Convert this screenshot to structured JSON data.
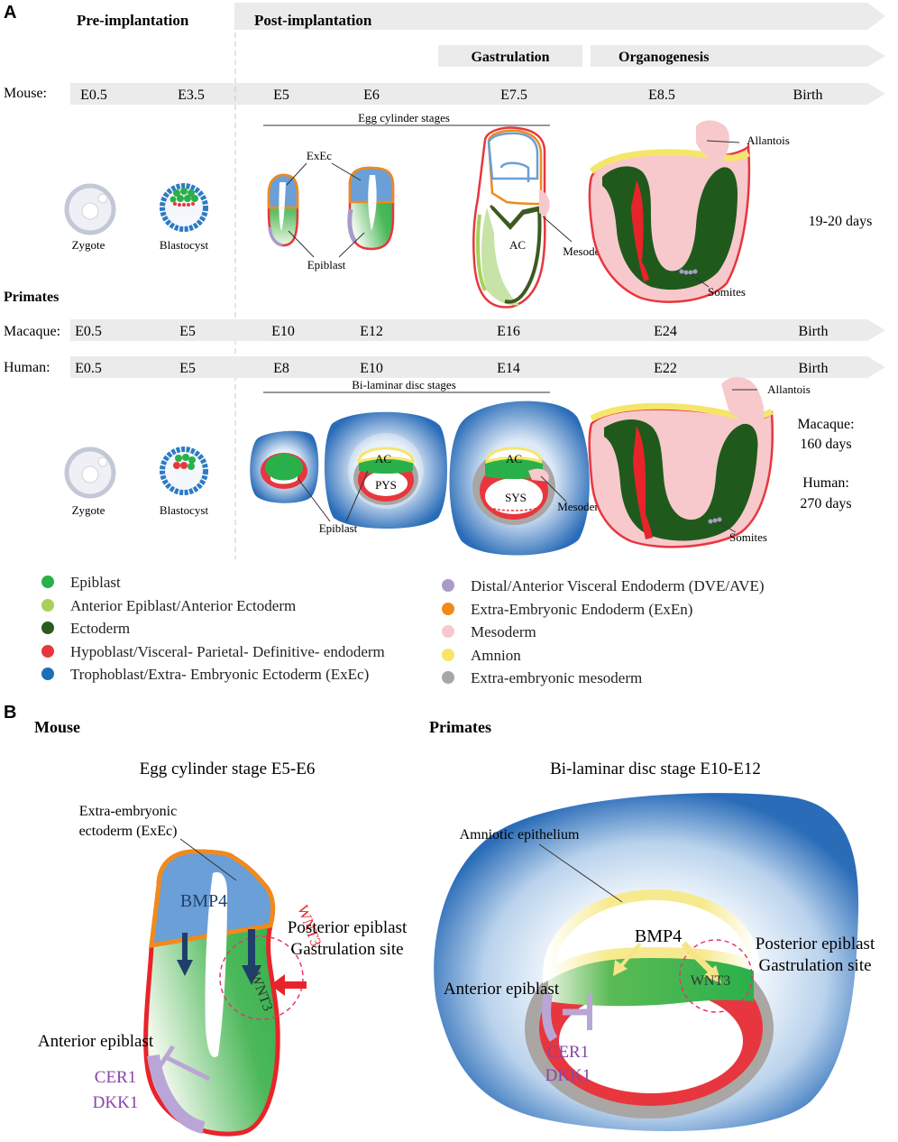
{
  "panel_a": {
    "letter": "A",
    "phase_pre": "Pre-implantation",
    "phase_post": "Post-implantation",
    "phase_gastrulation": "Gastrulation",
    "phase_organogenesis": "Organogenesis",
    "mouse": {
      "label": "Mouse:",
      "stages": [
        "E0.5",
        "E3.5",
        "E5",
        "E6",
        "E7.5",
        "E8.5",
        "Birth"
      ],
      "egg_cylinder_title": "Egg cylinder stages",
      "labels": {
        "exec": "ExEc",
        "zygote": "Zygote",
        "blastocyst": "Blastocyst",
        "epiblast": "Epiblast",
        "ac": "AC",
        "mesoderm": "Mesoderm",
        "allantois": "Allantois",
        "somites": "Somites"
      },
      "gestation": "19-20 days"
    },
    "primates_heading": "Primates",
    "macaque": {
      "label": "Macaque:",
      "stages": [
        "E0.5",
        "E5",
        "E10",
        "E12",
        "E16",
        "E24",
        "Birth"
      ]
    },
    "human": {
      "label": "Human:",
      "stages": [
        "E0.5",
        "E5",
        "E8",
        "E10",
        "E14",
        "E22",
        "Birth"
      ]
    },
    "primate_labels": {
      "bilaminar_title": "Bi-laminar disc stages",
      "zygote": "Zygote",
      "blastocyst": "Blastocyst",
      "epiblast": "Epiblast",
      "ac1": "AC",
      "pys": "PYS",
      "ac2": "AC",
      "sys": "SYS",
      "mesoderm": "Mesoderm",
      "allantois": "Allantois",
      "somites": "Somites",
      "macaque_days_1": "Macaque:",
      "macaque_days_2": "160 days",
      "human_days_1": "Human:",
      "human_days_2": "270 days"
    },
    "legend_left": [
      {
        "label": "Epiblast",
        "color": "#2ab04a"
      },
      {
        "label": "Anterior Epiblast/Anterior Ectoderm",
        "color": "#a6d25a"
      },
      {
        "label": "Ectoderm",
        "color": "#2f5a1e"
      },
      {
        "label": "Hypoblast/Visceral- Parietal- Definitive- endoderm",
        "color": "#e8363e"
      },
      {
        "label": "Trophoblast/Extra- Embryonic Ectoderm (ExEc)",
        "color": "#1f6fb5"
      }
    ],
    "legend_right": [
      {
        "label": "Distal/Anterior Visceral Endoderm (DVE/AVE)",
        "color": "#a99bc9"
      },
      {
        "label": "Extra-Embryonic Endoderm (ExEn)",
        "color": "#f08a1c"
      },
      {
        "label": "Mesoderm",
        "color": "#f7c9cc"
      },
      {
        "label": "Amnion",
        "color": "#f5e66a"
      },
      {
        "label": "Extra-embryonic mesoderm",
        "color": "#aaa6a4"
      }
    ]
  },
  "panel_b": {
    "letter": "B",
    "mouse_heading": "Mouse",
    "primates_heading": "Primates",
    "mouse_title": "Egg cylinder stage E5-E6",
    "mouse_exec_1": "Extra-embryonic",
    "mouse_exec_2": "ectoderm (ExEc)",
    "bmp4": "BMP4",
    "posterior_1": "Posterior epiblast",
    "posterior_2": "Gastrulation site",
    "wnt3": "WNT3",
    "anterior": "Anterior epiblast",
    "cer1": "CER1",
    "dkk1": "DKK1",
    "primate_title": "Bi-laminar disc stage E10-E12",
    "amniotic": "Amniotic epithelium",
    "p_bmp4": "BMP4",
    "p_posterior_1": "Posterior epiblast",
    "p_posterior_2": "Gastrulation site",
    "p_anterior": "Anterior epiblast",
    "p_wnt3": "WNT3",
    "p_cer1": "CER1",
    "p_dkk1": "DKK1"
  },
  "colors": {
    "epiblast": "#2ab04a",
    "ectoderm": "#1f5a1c",
    "endoderm": "#e8363e",
    "trophoblast": "#1f6fb5",
    "exec_blue": "#6a9fd8",
    "exen": "#f08a1c",
    "mesoderm": "#f7c9cc",
    "amnion": "#f5e66a",
    "exmeso": "#aaa6a4",
    "dve": "#a99bc9",
    "arrow_bg": "#ebebeb",
    "wnt_red": "#e8242a",
    "cer_purple": "#8a44a6",
    "bmp_navy": "#1f3f6b"
  }
}
